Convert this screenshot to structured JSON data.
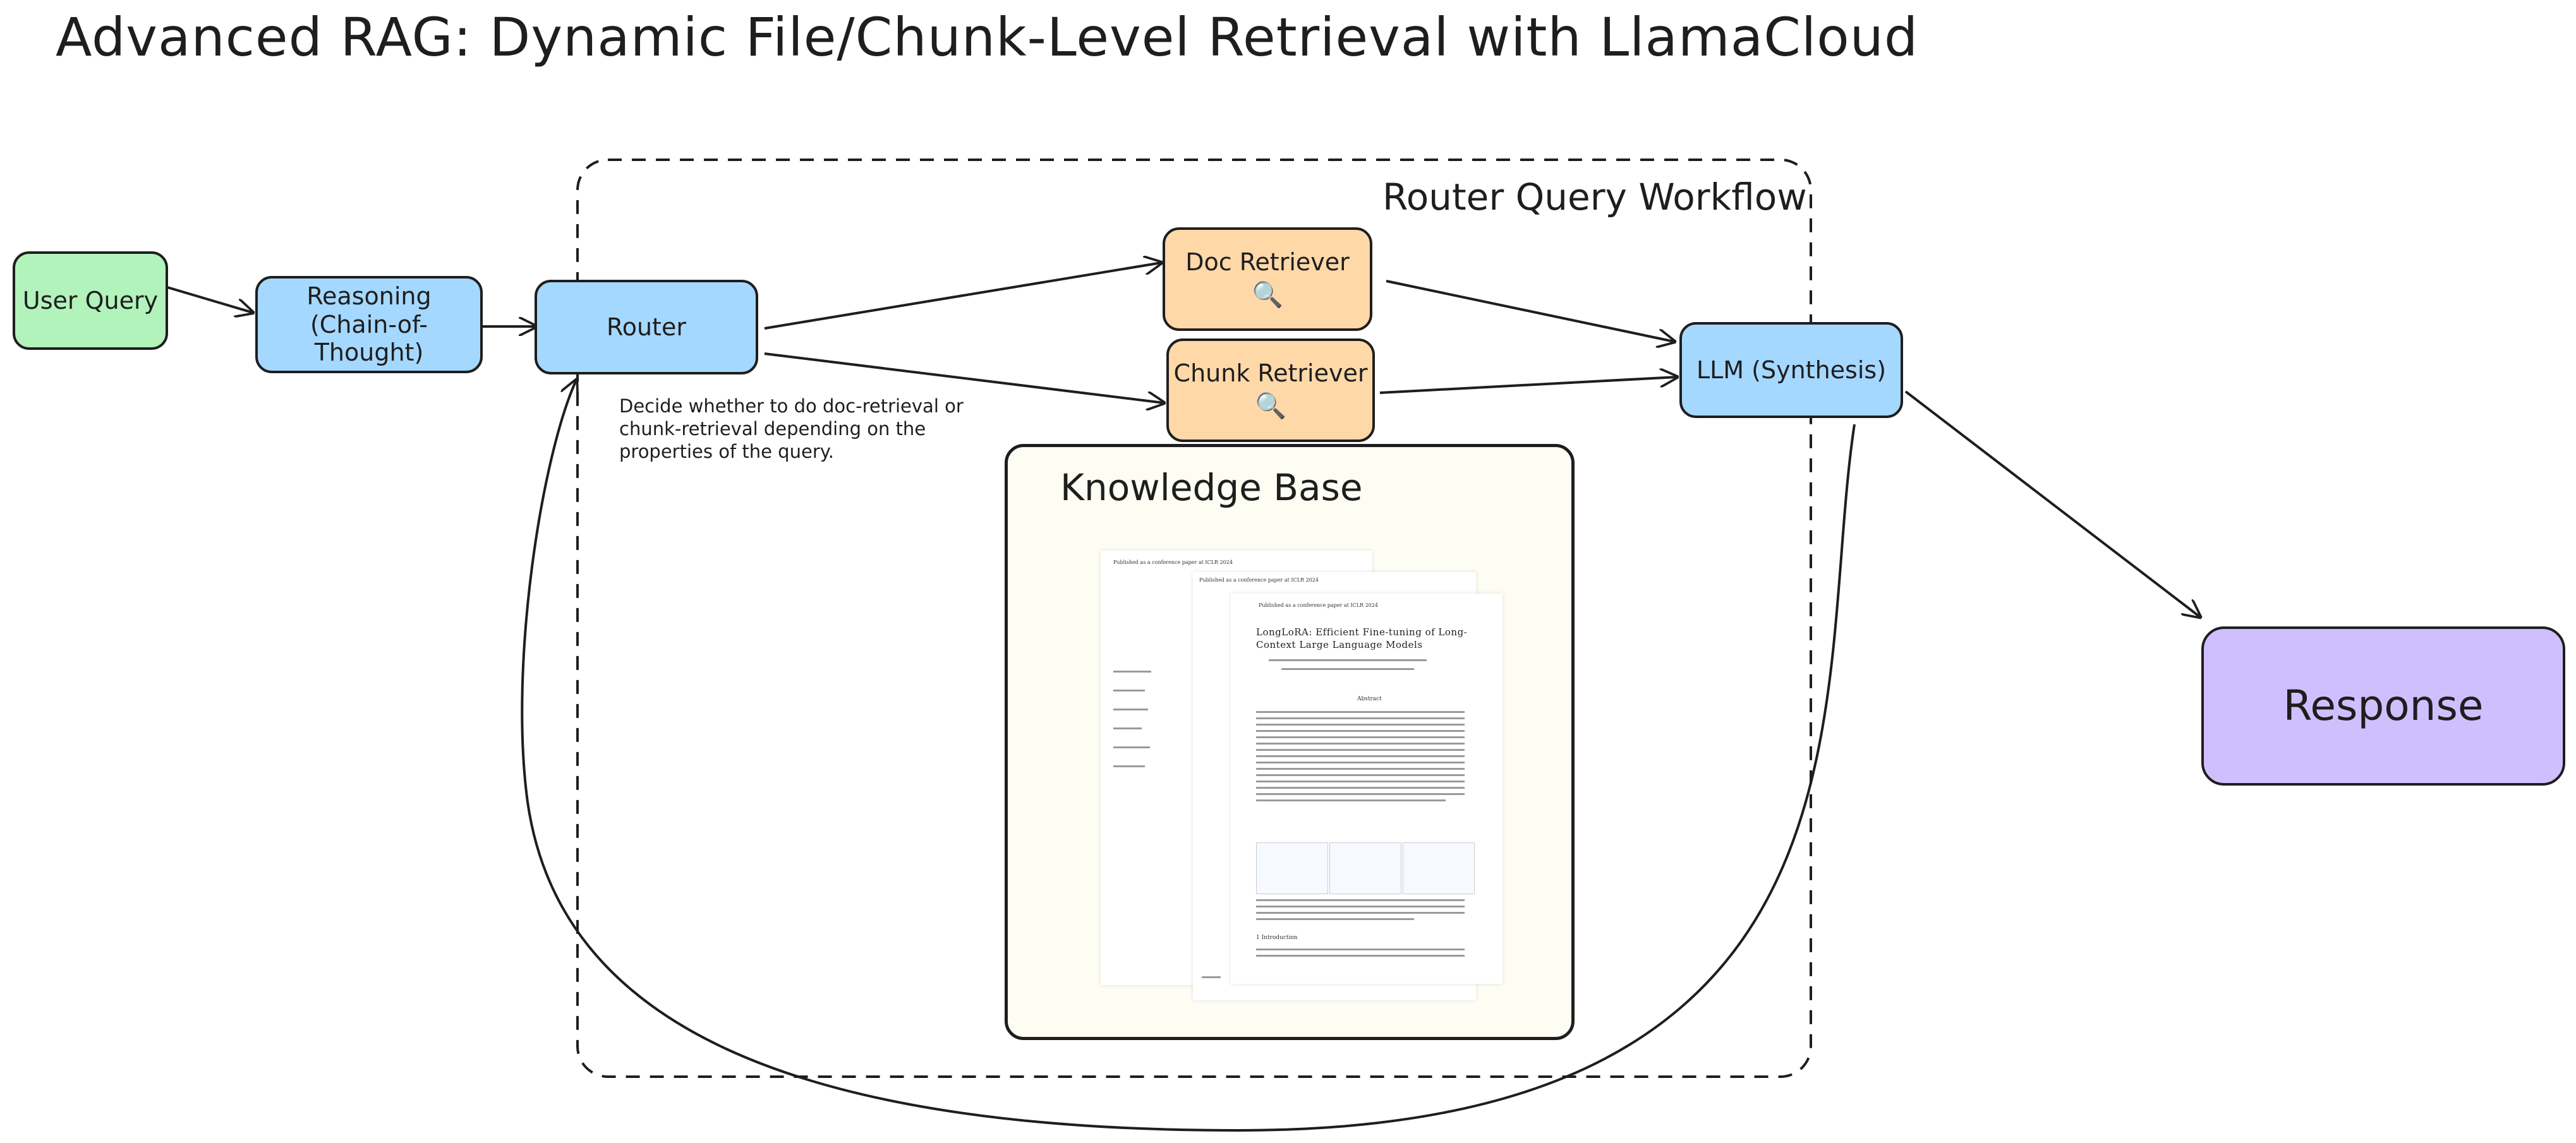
{
  "title": "Advanced RAG: Dynamic File/Chunk-Level Retrieval with LlamaCloud",
  "workflow_label": "Router Query Workflow",
  "nodes": {
    "user_query": "User Query",
    "reasoning": "Reasoning (Chain-of-Thought)",
    "router": "Router",
    "doc_retriever": "Doc Retriever",
    "chunk_retriever": "Chunk Retriever",
    "llm": "LLM (Synthesis)",
    "response": "Response"
  },
  "router_note": "Decide whether to do doc-retrieval or\nchunk-retrieval depending on the\nproperties of the query.",
  "knowledge_base": {
    "title": "Knowledge Base",
    "paper_header": "Published as a conference paper at ICLR 2024",
    "paper_title_line1": "LongLoRA: Efficient Fine-tuning of Long-",
    "paper_title_line2": "Context Large Language Models",
    "abstract_label": "Abstract",
    "intro_label": "1   Introduction"
  },
  "colors": {
    "green": "#b2f2bb",
    "blue": "#a5d8ff",
    "orange": "#ffd8a8",
    "purple": "#d0bfff",
    "stroke": "#1e1e1e"
  },
  "icons": [
    "magnifier-icon"
  ]
}
